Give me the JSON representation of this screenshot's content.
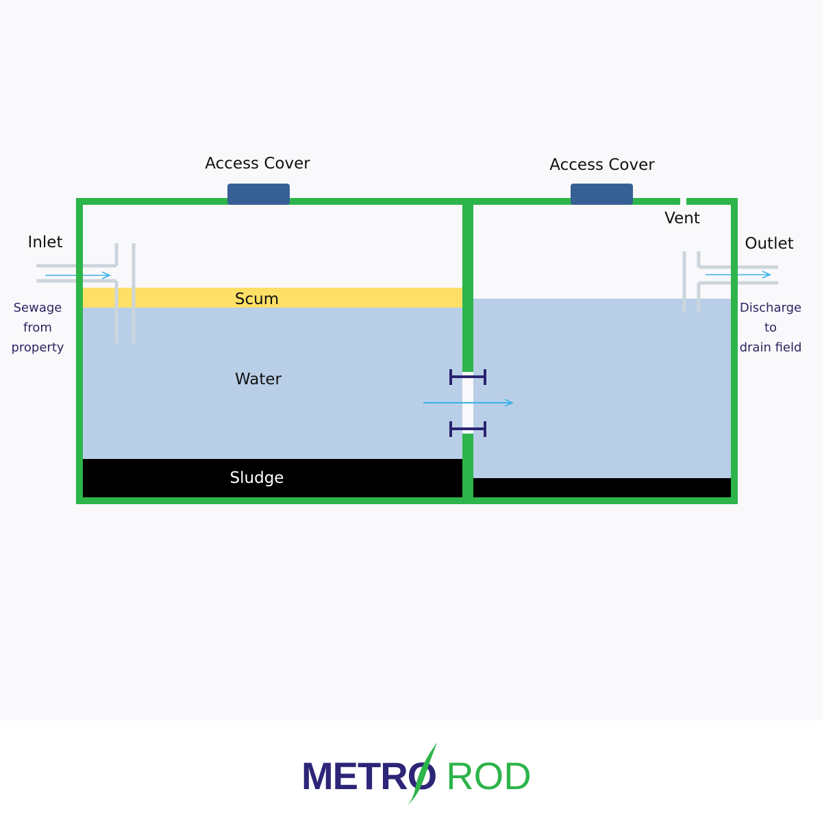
{
  "diagram": {
    "labels": {
      "access_cover_left": "Access Cover",
      "access_cover_right": "Access Cover",
      "vent": "Vent",
      "inlet": "Inlet",
      "outlet": "Outlet",
      "scum": "Scum",
      "water": "Water",
      "sludge": "Sludge"
    },
    "notes": {
      "sewage_lines": [
        "Sewage",
        "from",
        "property"
      ],
      "discharge_lines": [
        "Discharge",
        "to",
        "drain field"
      ]
    },
    "colors": {
      "tank_wall": "#2db44a",
      "access_cover": "#365f95",
      "scum": "#ffe066",
      "water": "#b9cfe7",
      "sludge": "#000000",
      "pipe": "#ccd5dc",
      "flow_arrow": "#3ab0e6",
      "baffle": "#2a2470",
      "background": "#f9f8fb"
    }
  },
  "logo": {
    "metro": "METRO",
    "rod": "ROD",
    "colors": {
      "metro": "#2d2577",
      "rod": "#2db44a"
    }
  }
}
